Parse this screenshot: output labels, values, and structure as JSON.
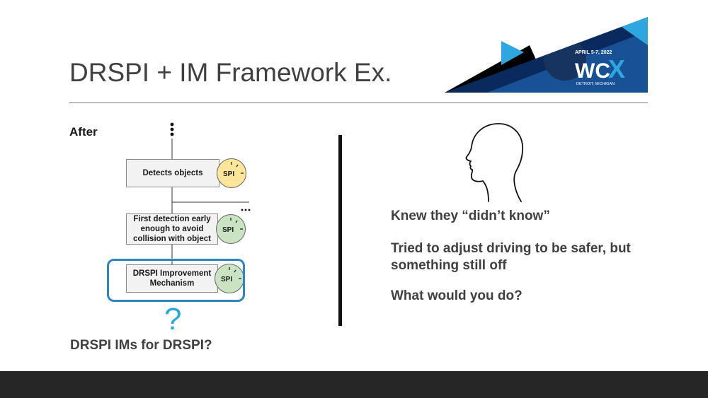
{
  "slide": {
    "title": "DRSPI + IM Framework Ex."
  },
  "banner": {
    "date": "APRIL 5-7, 2022",
    "wordmark_wc": "WC",
    "wordmark_x": "X",
    "location": "DETROIT, MICHIGAN",
    "colors": {
      "navy": "#0a2a5e",
      "blue": "#1e5fa8",
      "cyan": "#2ea7e0",
      "black": "#000000"
    }
  },
  "diagram": {
    "label": "After",
    "boxes": [
      {
        "text": "Detects objects",
        "gauge": "SPI",
        "gauge_color": "#fde59a"
      },
      {
        "text": "First detection early\nenough to avoid\ncollision with object",
        "gauge": "SPI",
        "gauge_color": "#c9e3c3"
      },
      {
        "text": "DRSPI Improvement\nMechanism",
        "gauge": "SPI",
        "gauge_color": "#c9e3c3"
      }
    ],
    "question": "?",
    "caption": "DRSPI IMs for DRSPI?",
    "highlight_color": "#2e86c1"
  },
  "right_panel": {
    "icon": "human-head-outline-icon",
    "bullets": [
      "Knew they “didn’t know”",
      "Tried to adjust driving to be safer, but\nsomething still off",
      "What would you do?"
    ]
  }
}
